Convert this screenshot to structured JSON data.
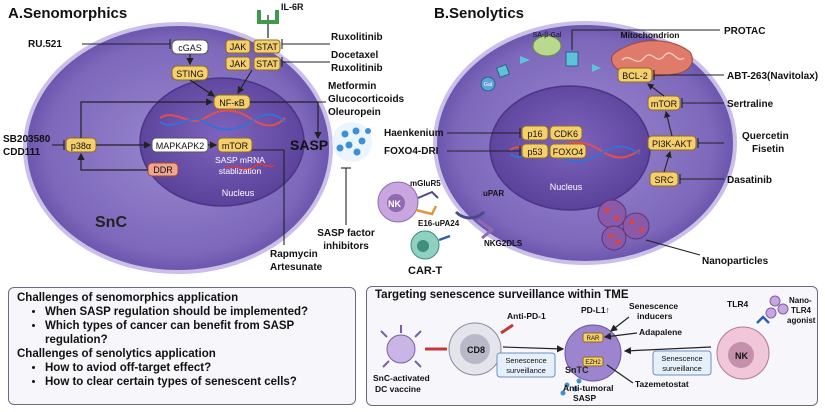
{
  "panel_a": {
    "title": "A.Senomorphics",
    "cell_label": "SnC",
    "receptor": "IL-6R",
    "nodes": {
      "cgas": "cGAS",
      "sting": "STING",
      "jak1": "JAK",
      "stat1": "STAT",
      "jak2": "JAK",
      "stat2": "STAT",
      "nfkb": "NF-κB",
      "p38": "p38α",
      "mapkapk2": "MAPKAPK2",
      "mtor": "mTOR",
      "ddr": "DDR",
      "sasp_mrna": "SASP mRNA",
      "stabilization": "stablization",
      "nucleus": "Nucleus",
      "sasp": "SASP"
    },
    "drugs": {
      "ru521": "RU.521",
      "ruxolitinib1": "Ruxolitinib",
      "docetaxel": "Docetaxel",
      "ruxolitinib2": "Ruxolitinib",
      "metformin": "Metformin",
      "glucocorticoids": "Glucocorticoids",
      "oleuropein": "Oleuropein",
      "sb203580": "SB203580",
      "cdd111": "CDD111",
      "rapmycin": "Rapmycin",
      "artesunate": "Artesunate",
      "sasp_inhibitors_1": "SASP factor",
      "sasp_inhibitors_2": "inhibitors"
    }
  },
  "panel_b": {
    "title": "B.Senolytics",
    "nodes": {
      "sabgal": "SA-β-Gal",
      "gal": "Gal",
      "mito": "Mitochondrion",
      "bcl2": "BCL-2",
      "mtor": "mTOR",
      "pi3k": "PI3K-AKT",
      "src": "SRC",
      "p16": "p16",
      "cdk6": "CDK6",
      "p53": "p53",
      "foxo4": "FOXO4",
      "nucleus": "Nucleus"
    },
    "drugs": {
      "protac": "PROTAC",
      "abt": "ABT-263(Navitolax)",
      "sertraline": "Sertraline",
      "quercetin": "Quercetin",
      "fisetin": "Fisetin",
      "dasatinib": "Dasatinib",
      "haenkenium": "Haenkenium",
      "foxo4dri": "FOXO4-DRI",
      "nanoparticles": "Nanoparticles"
    },
    "immune": {
      "nk": "NK",
      "mglur5": "mGluR5",
      "upar": "uPAR",
      "e16": "E16-uPA24",
      "nkg2dls": "NKG2DLS",
      "cart": "CAR-T"
    }
  },
  "challenges": {
    "heading1": "Challenges of senomorphics application",
    "items1": [
      "When SASP regulation should be implemented?",
      "Which types of cancer can benefit from SASP regulation?"
    ],
    "heading2": "Challenges of senolytics application",
    "items2": [
      "How to aviod off-target effect?",
      "How to clear certain types of senescent cells?"
    ]
  },
  "tme": {
    "title": "Targeting senescence surveillance within TME",
    "cd8": "CD8",
    "antipd1": "Anti-PD-1",
    "pdl1": "PD-L1↑",
    "inducers_1": "Senescence",
    "inducers_2": "inducers",
    "adapalene": "Adapalene",
    "rar": "RAR",
    "ezh2": "EZH2",
    "sntc": "SnTC",
    "tazemetostat": "Tazemetostat",
    "antitumoral_1": "Anti-tumoral",
    "antitumoral_2": "SASP",
    "surv_1": "Senescence",
    "surv_2": "surveillance",
    "surv2_1": "Senescence",
    "surv2_2": "surveillance",
    "dc_1": "SnC-activated",
    "dc_2": "DC vaccine",
    "nk": "NK",
    "tlr4": "TLR4",
    "nano_1": "Nano-",
    "nano_2": "TLR4",
    "nano_3": "agonist"
  },
  "colors": {
    "cell": "#7f6bbd",
    "cell_edge": "#c9bfe6",
    "nucleus": "#5f4aa6",
    "node": "#f5cf6e",
    "ddr": "#f0a58f",
    "nk": "#c9a6e0",
    "cart": "#8fd1c0"
  }
}
